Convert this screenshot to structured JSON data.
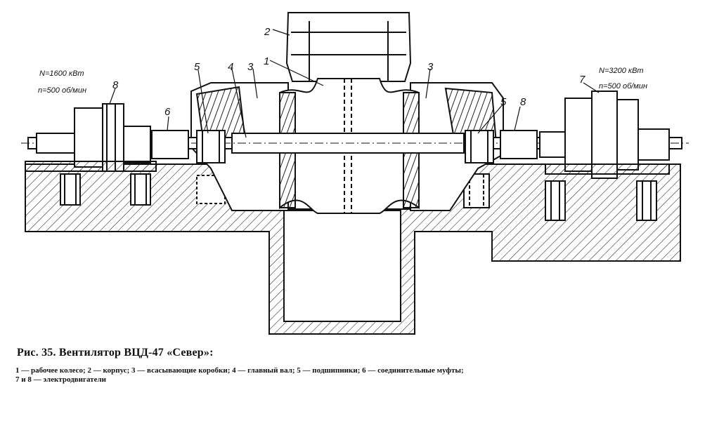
{
  "figure": {
    "caption": "Рис. 35. Вентилятор ВЦД-47 «Север»:",
    "legend_line_1": "1 — рабочее колесо; 2 — корпус; 3 — всасывающие коробки; 4 — главный вал;  5 — подшипники;  6 — соединительные  муфты;",
    "legend_line_2": "7 и 8 — электродвигатели"
  },
  "labels": {
    "n1": "1",
    "n2": "2",
    "n3_left": "3",
    "n3_right": "3",
    "n4": "4",
    "n5_left": "5",
    "n5_right": "5",
    "n6_left": "6",
    "n8_left": "8",
    "n8_right": "8",
    "n7": "7"
  },
  "motor_left": {
    "power": "N=1600 кВт",
    "speed": "n=500 об/мин"
  },
  "motor_right": {
    "power": "N=3200 кВт",
    "speed": "n=500 об/мин"
  },
  "colors": {
    "ink": "#1a1a1a",
    "paper": "#ffffff"
  }
}
